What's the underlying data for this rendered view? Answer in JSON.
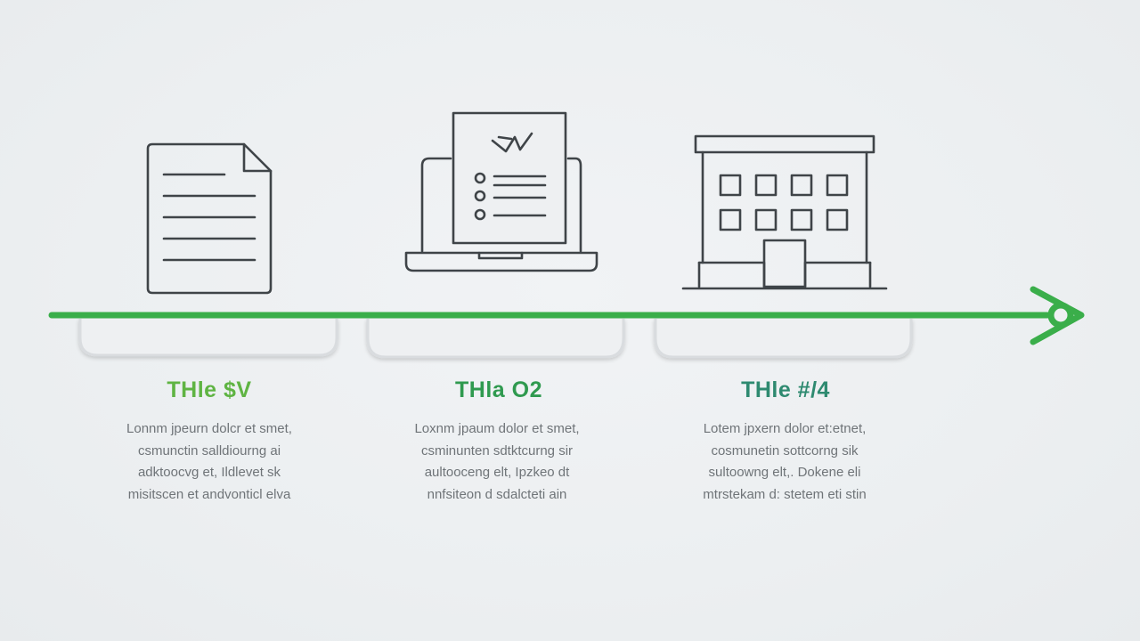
{
  "colors": {
    "accent": "#3aae4a",
    "title_1": "#5fb443",
    "title_2": "#2f9a4f",
    "title_3": "#2e8a70",
    "icon_stroke": "#3f4448",
    "body_text": "#6f7478",
    "background": "#eceff1"
  },
  "steps": [
    {
      "icon": "document-icon",
      "title": "THle $V",
      "body": "Lonnm jpeurn dolcr et smet,\ncsmunctin salldiourng ai\nadktoocvg et, Ildlevet sk\nmisitscen et andvonticl elva"
    },
    {
      "icon": "laptop-report-icon",
      "title": "THla O2",
      "body": "Loxnm jpaum dolor et smet,\ncsminunten sdtktcurng sir\naultooceng elt, Ipzkeo dt\nnnfsiteon d sdalcteti ain"
    },
    {
      "icon": "office-building-icon",
      "title": "THle #/4",
      "body": "Lotem jpxern dolor et:etnet,\ncosmunetin sottcorng sik\nsultoowng elt,. Dokene eli\nmtrstekam d: stetem eti stin"
    }
  ]
}
